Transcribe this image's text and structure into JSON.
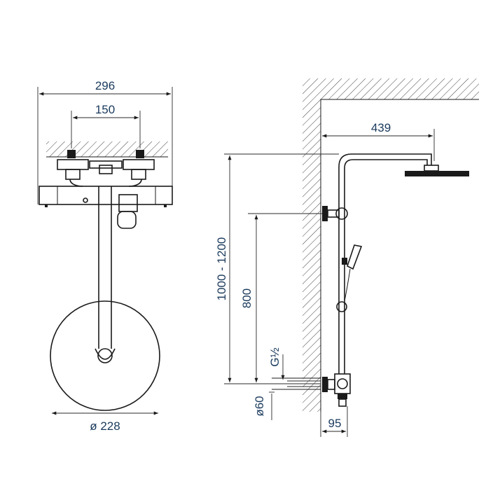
{
  "front_view": {
    "overall_width": "296",
    "connection_spacing": "150",
    "shower_head_diameter": "ø 228"
  },
  "side_view": {
    "arm_projection": "439",
    "height_range": "1000 - 1200",
    "mixer_height": "800",
    "thread_size": "G½",
    "escutcheon_diameter": "ø60",
    "wall_offset": "95"
  }
}
